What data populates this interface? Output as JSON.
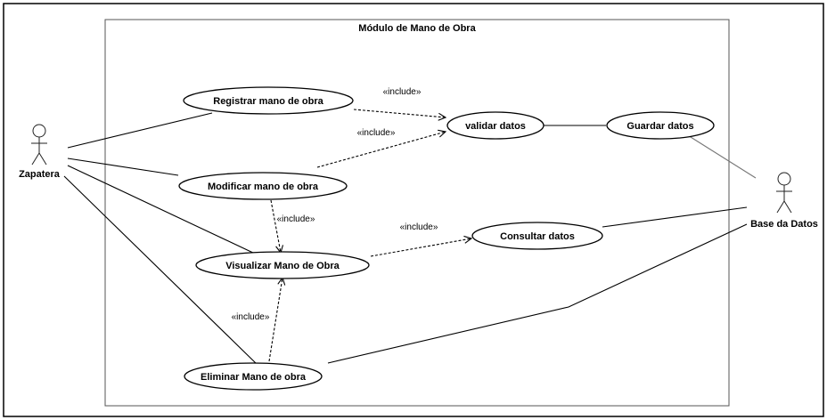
{
  "system": {
    "title": "Módulo de Mano de Obra"
  },
  "actors": {
    "zapatera": "Zapatera",
    "base_datos": "Base da Datos"
  },
  "use_cases": {
    "registrar": "Registrar mano de obra",
    "modificar": "Modificar mano de obra",
    "visualizar": "Visualizar Mano de Obra",
    "eliminar": "Eliminar Mano de obra",
    "validar": "validar datos",
    "guardar": "Guardar datos",
    "consultar": "Consultar datos"
  },
  "relations": {
    "include_label": "«include»"
  }
}
